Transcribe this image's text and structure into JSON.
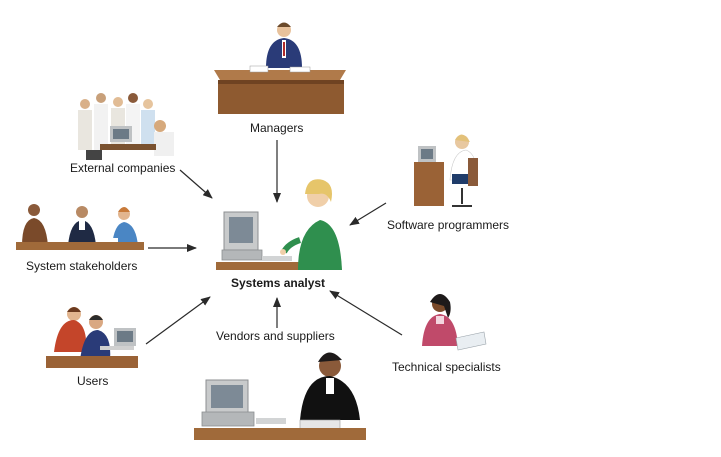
{
  "diagram": {
    "center": {
      "label": "Systems analyst",
      "icon": "systems-analyst-at-computer"
    },
    "nodes": [
      {
        "id": "managers",
        "label": "Managers",
        "icon": "manager-at-desk"
      },
      {
        "id": "external",
        "label": "External companies",
        "icon": "business-group"
      },
      {
        "id": "programmers",
        "label": "Software programmers",
        "icon": "programmer-at-workstation"
      },
      {
        "id": "stakeholders",
        "label": "System stakeholders",
        "icon": "meeting-at-table"
      },
      {
        "id": "users",
        "label": "Users",
        "icon": "users-at-computer"
      },
      {
        "id": "vendors",
        "label": "Vendors and suppliers",
        "icon": "vendor-on-phone"
      },
      {
        "id": "specialists",
        "label": "Technical specialists",
        "icon": "technical-specialist"
      }
    ],
    "edges": [
      {
        "from": "managers",
        "to": "center"
      },
      {
        "from": "external",
        "to": "center"
      },
      {
        "from": "programmers",
        "to": "center"
      },
      {
        "from": "stakeholders",
        "to": "center"
      },
      {
        "from": "users",
        "to": "center"
      },
      {
        "from": "vendors",
        "to": "center"
      },
      {
        "from": "specialists",
        "to": "center"
      }
    ]
  },
  "colors": {
    "desk_brown": "#9a6236",
    "suit_navy": "#2a3b78",
    "shirt_green": "#2f8f4e",
    "computer_grey": "#bfc2c4",
    "arrow": "#2a2a2a"
  }
}
